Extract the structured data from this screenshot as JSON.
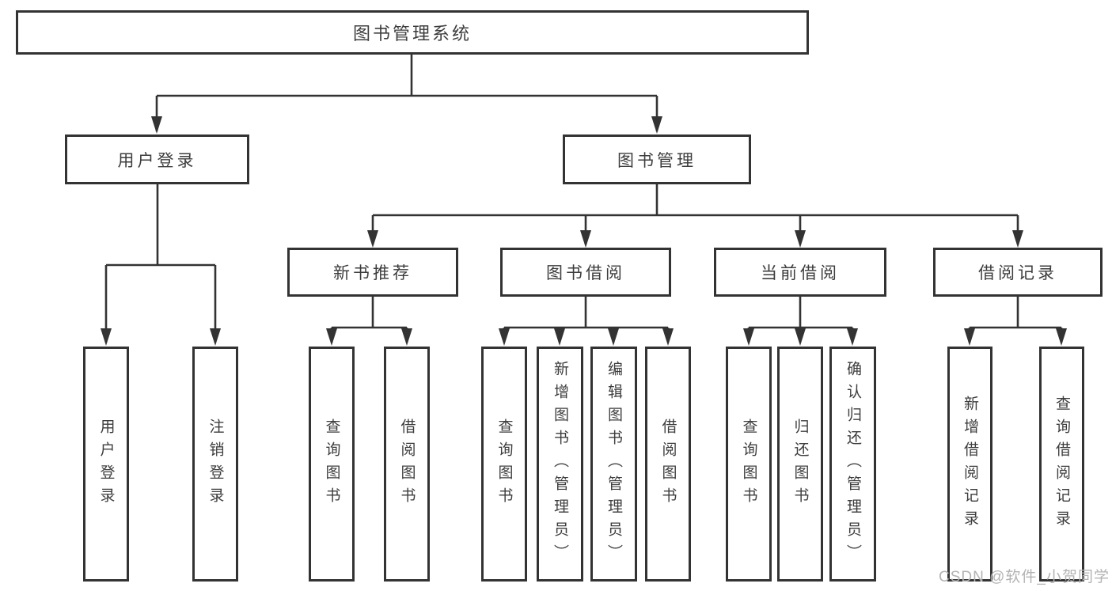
{
  "tree": {
    "root": "图书管理系统",
    "level2": [
      "用户登录",
      "图书管理"
    ],
    "level3": [
      "新书推荐",
      "图书借阅",
      "当前借阅",
      "借阅记录"
    ],
    "leaves": {
      "userLogin": [
        "用户登录",
        "注销登录"
      ],
      "newBooks": [
        "查询图书",
        "借阅图书"
      ],
      "bookBorrow": [
        "查询图书",
        "新增图书（管理员）",
        "编辑图书（管理员）",
        "借阅图书"
      ],
      "currentBorrow": [
        "查询图书",
        "归还图书",
        "确认归还（管理员）"
      ],
      "borrowRecords": [
        "新增借阅记录",
        "查询借阅记录"
      ]
    }
  },
  "colors": {
    "line": "#333333",
    "text": "#3d3d3d",
    "watermark": "#b3b3b3"
  },
  "watermark": "CSDN @软件_小贺同学"
}
